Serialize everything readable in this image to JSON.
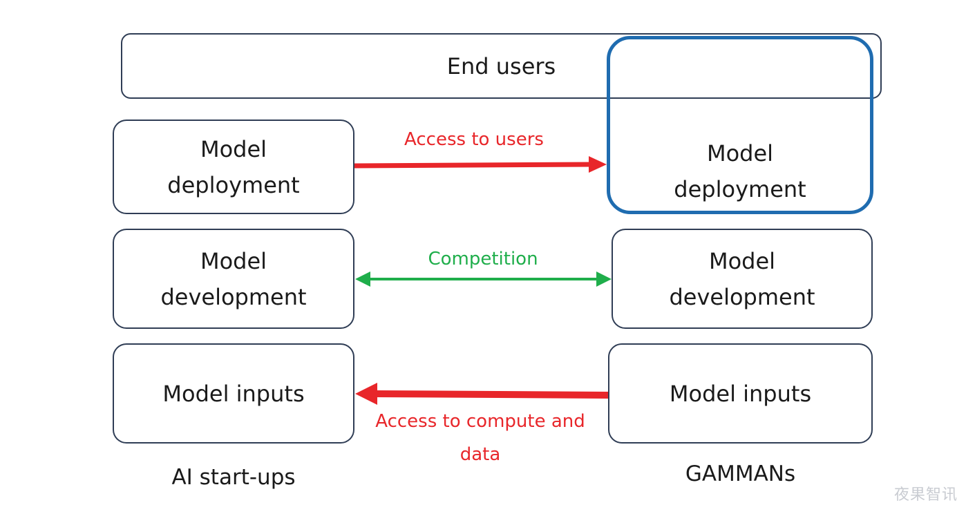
{
  "boxes": {
    "end_users": "End users",
    "left_deployment": [
      "Model",
      "deployment"
    ],
    "left_development": [
      "Model",
      "development"
    ],
    "left_inputs": "Model inputs",
    "right_deployment": [
      "Model",
      "deployment"
    ],
    "right_development": [
      "Model",
      "development"
    ],
    "right_inputs": "Model inputs"
  },
  "arrows": {
    "access_to_users": "Access to users",
    "competition": "Competition",
    "access_to_compute": "Access to compute and data"
  },
  "columns": {
    "left": "AI start-ups",
    "right": "GAMMANs"
  },
  "watermark": "夜果智讯",
  "colors": {
    "red": "#e8262a",
    "green": "#1fae4b",
    "highlight": "#1f6cb0",
    "box_border": "#2f3d55"
  }
}
